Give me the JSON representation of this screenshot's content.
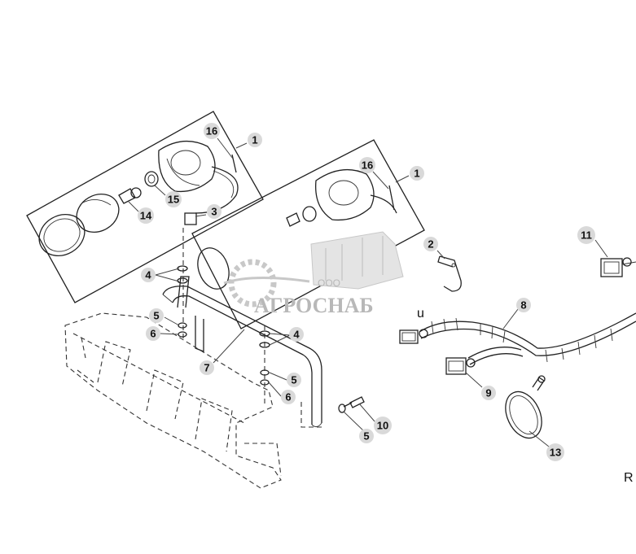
{
  "watermark": {
    "small": "ООО",
    "brand": "АГРОСНАБ"
  },
  "corner_code": "R",
  "callouts": [
    {
      "id": "c16a",
      "label": "16"
    },
    {
      "id": "c1a",
      "label": "1"
    },
    {
      "id": "c15",
      "label": "15"
    },
    {
      "id": "c14",
      "label": "14"
    },
    {
      "id": "c3",
      "label": "3"
    },
    {
      "id": "c16b",
      "label": "16"
    },
    {
      "id": "c1b",
      "label": "1"
    },
    {
      "id": "c2",
      "label": "2"
    },
    {
      "id": "c4a",
      "label": "4"
    },
    {
      "id": "c5a",
      "label": "5"
    },
    {
      "id": "c6a",
      "label": "6"
    },
    {
      "id": "c7",
      "label": "7"
    },
    {
      "id": "c4b",
      "label": "4"
    },
    {
      "id": "c5b",
      "label": "5"
    },
    {
      "id": "c6b",
      "label": "6"
    },
    {
      "id": "c10",
      "label": "10"
    },
    {
      "id": "c5c",
      "label": "5"
    },
    {
      "id": "c8",
      "label": "8"
    },
    {
      "id": "c9",
      "label": "9"
    },
    {
      "id": "c11",
      "label": "11"
    },
    {
      "id": "c13",
      "label": "13"
    }
  ],
  "stray_letter": "u"
}
